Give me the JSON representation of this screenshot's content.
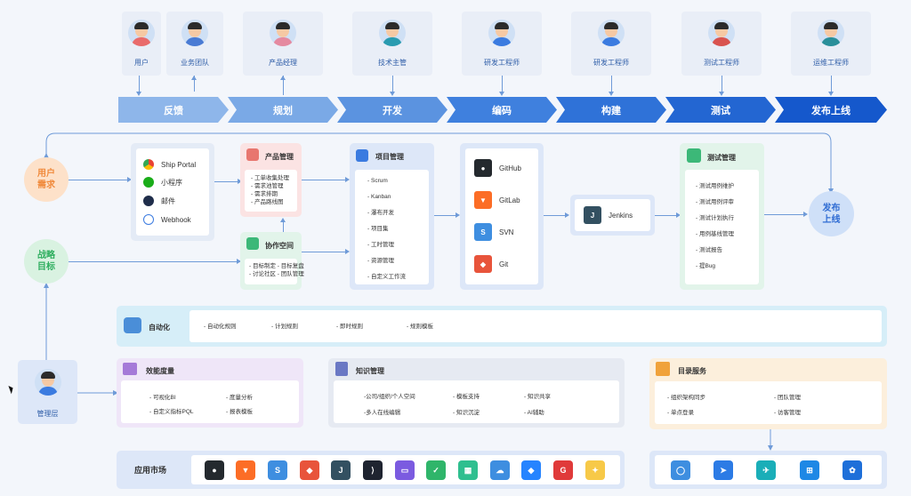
{
  "roles": [
    {
      "label": "用户",
      "shirt": "#e96b6b"
    },
    {
      "label": "业务团队",
      "shirt": "#4a7bd4"
    },
    {
      "label": "产品经理",
      "shirt": "#e58aa0"
    },
    {
      "label": "技术主管",
      "shirt": "#2a9bb0"
    },
    {
      "label": "研发工程师",
      "shirt": "#3b7be0"
    },
    {
      "label": "研发工程师",
      "shirt": "#3b7be0"
    },
    {
      "label": "测试工程师",
      "shirt": "#d9534f"
    },
    {
      "label": "运维工程师",
      "shirt": "#2a8f9a"
    }
  ],
  "stages": [
    {
      "label": "反馈",
      "color": "#8eb6ea"
    },
    {
      "label": "规划",
      "color": "#7aa9e6"
    },
    {
      "label": "开发",
      "color": "#5b93e0"
    },
    {
      "label": "编码",
      "color": "#3f80de"
    },
    {
      "label": "构建",
      "color": "#2f72d8"
    },
    {
      "label": "测试",
      "color": "#2366d2"
    },
    {
      "label": "发布上线",
      "color": "#1558cc"
    }
  ],
  "circles": {
    "user_demand": "用户需求",
    "strategic_goal": "战略目标",
    "release": "发布上线"
  },
  "channels": [
    "Ship Portal",
    "小程序",
    "邮件",
    "Webhook"
  ],
  "product_mgmt": {
    "title": "产品管理",
    "items": [
      "工单收集处理",
      "需求池管理",
      "需求排期",
      "产品路线图"
    ]
  },
  "collab": {
    "title": "协作空间",
    "items": [
      "目标制定",
      "目标复盘",
      "讨论社区",
      "团队管理"
    ]
  },
  "project_mgmt": {
    "title": "项目管理",
    "items": [
      "Scrum",
      "Kanban",
      "瀑布开发",
      "项目集",
      "工时管理",
      "资源管理",
      "自定义工作流"
    ]
  },
  "repos": [
    "GitHub",
    "GitLab",
    "SVN",
    "Git"
  ],
  "ci": {
    "label": "Jenkins"
  },
  "test_mgmt": {
    "title": "测试管理",
    "items": [
      "测试用例维护",
      "测试用例评审",
      "测试计划执行",
      "用例基线管理",
      "测试报告",
      "提Bug"
    ]
  },
  "automation": {
    "title": "自动化",
    "items": [
      "自动化规则",
      "计划规则",
      "即时规则",
      "规则模板"
    ]
  },
  "management": {
    "label": "管理层"
  },
  "efficiency": {
    "title": "效能度量",
    "items": [
      "可视化BI",
      "度量分析",
      "自定义指标PQL",
      "报表模板"
    ]
  },
  "knowledge": {
    "title": "知识管理",
    "items": [
      "公司/组织/个人空间",
      "模板支持",
      "知识共享",
      "多人在线编辑",
      "知识沉淀",
      "AI辅助"
    ]
  },
  "directory": {
    "title": "目录服务",
    "items": [
      "组织架构同步",
      "团队管理",
      "单点登录",
      "访客管理"
    ]
  },
  "marketplace": {
    "title": "应用市场"
  },
  "colors": {
    "accent": "#3b7be0",
    "pink_card": "#fbe3e3",
    "green_card": "#e2f4ea",
    "blue_card": "#dde7f8",
    "purple_card": "#efe6f8",
    "orange_card": "#fcefdc",
    "cyan_band": "#d6eef8"
  }
}
